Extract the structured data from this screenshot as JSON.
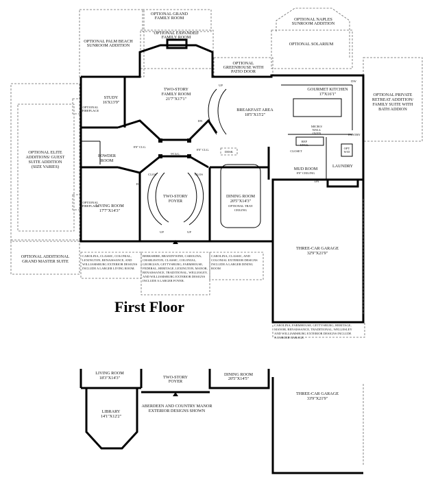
{
  "title": "First Floor",
  "rooms": {
    "opt_grand_family": "OPTIONAL GRAND",
    "opt_grand_family_2": "FAMILY ROOM",
    "opt_expanded_family": "OPTIONAL EXPANDED",
    "opt_expanded_family_2": "FAMILY ROOM",
    "opt_palm_beach": "OPTIONAL PALM BEACH",
    "opt_palm_beach_2": "SUNROOM ADDITION",
    "opt_naples": "OPTIONAL NAPLES",
    "opt_naples_2": "SUNROOM ADDITION",
    "opt_solarium": "OPTIONAL SOLARIUM",
    "opt_greenhouse": "OPTIONAL",
    "opt_greenhouse_2": "GREENHOUSE WITH",
    "opt_greenhouse_3": "PATIO DOOR",
    "family_room": "TWO-STORY",
    "family_room_2": "FAMILY ROOM",
    "family_room_dim": "21'7\"X17'1\"",
    "study": "STUDY",
    "study_dim": "16'X13'9\"",
    "opt_fireplace": "OPTIONAL",
    "opt_fireplace_2": "FIREPLACE",
    "gourmet_kitchen": "GOURMET KITCHEN",
    "gourmet_kitchen_dim": "17'X16'1\"",
    "dw": "DW",
    "opt_private_retreat": "OPTIONAL PRIVATE",
    "opt_private_retreat_2": "RETREAT ADDITION/",
    "opt_private_retreat_3": "FAMILY SUITE WITH",
    "opt_private_retreat_4": "BATH ADDION",
    "breakfast_area": "BREAKFAST AREA",
    "breakfast_area_dim": "18'5\"X15'2\"",
    "micro_wall": "MICRO/",
    "micro_wall_2": "WALL",
    "micro_wall_3": "OVEN",
    "pantry": "PANTRY",
    "opt_elite": "OPTIONAL ELITE",
    "opt_elite_2": "ADDITIONS/ GUEST",
    "opt_elite_3": "SUITE ADDITION",
    "opt_elite_4": "(SIZE VARIES)",
    "powder_room": "POWDER",
    "powder_room_2": "ROOM",
    "clg_9": "8'0\" CLG.",
    "clg_9b": "8'0\" CLG.",
    "clg_9c": "9'CLG.",
    "desk": "DESK",
    "refr_encl": "REF",
    "refr_encl_2": "ENCL",
    "closet": "CLOSET",
    "opt_wd": "OPT",
    "opt_wd_2": "W/D",
    "mud_room": "MUD ROOM",
    "mud_room_clg": "8'0\" CEILING",
    "laundry": "LAUNDRY",
    "clos": "CLOS",
    "clos_2": "CLOS",
    "dn": "DN",
    "up": "UP",
    "dn2": "DN",
    "up2": "UP",
    "up3": "UP",
    "dn3": "DN",
    "foyer": "TWO-STORY",
    "foyer_2": "FOYER",
    "living_room": "LIVING ROOM",
    "living_room_dim": "17'7\"X14'3\"",
    "dining_room": "DINING ROOM",
    "dining_room_dim": "20'5\"X14'3\"",
    "dining_tray": "OPTIONAL TRAY",
    "dining_tray_2": "CEILING",
    "opt_grand_master": "OPTIONAL ADDITIONAL",
    "opt_grand_master_2": "GRAND MASTER SUITE",
    "garage": "THREE-CAR GARAGE",
    "garage_dim": "32'9\"X21'9\""
  },
  "notes": {
    "living_note": [
      "CAROLINA, CLASSIC, COLONIAL,",
      "LEXINGTON, RENAISSANCE, AND",
      "WILLIAMSBURG EXTERIOR DESIGNS",
      "INCLUDE A LARGER LIVING ROOM."
    ],
    "foyer_note": [
      "BERKSHIRE, BRANDYWINE, CAROLINA,",
      "CHARLESTON, CLASSIC, COLONIAL,",
      "GEORGIAN, GETTYSBURG, FARMHOUSE,",
      "FEDERAL, HERITAGE, LEXINGTON, MANOR,",
      "RENAISSANCE, TRADITIONAL, WELLESLEY,",
      "AND WILLIAMSBURG EXTERIOR DESIGNS",
      "INCLUDE A LARGER FOYER."
    ],
    "dining_note": [
      "CAROLINA, CLASSIC, AND",
      "COLONIAL EXTERIOR DESIGNS",
      "INCLUDE A LARGER DINING",
      "ROOM"
    ],
    "garage_note": [
      "CAROLINA, FARMHOUSE, GETTYSBURG, HERITAGE,",
      "MANOR, RENAISSANCE, TRADITIONAL, WELLESLEY",
      "AND WILLIAMSBURG EXTERIOR DESIGNS INCLUDE",
      "A LARGER GARAGE."
    ]
  },
  "alt": {
    "living_room": "LIVING ROOM",
    "living_room_dim": "18'3\"X14'3\"",
    "library": "LIBRARY",
    "library_dim": "14'1\"X12'2\"",
    "foyer": "TWO-STORY",
    "foyer_2": "FOYER",
    "dining_room": "DINING ROOM",
    "dining_room_dim": "20'5\"X14'5\"",
    "garage": "THREE-CAR GARAGE",
    "garage_dim": "33'9\"X21'9\"",
    "caption": "ABERDEEN AND COUNTRY MANOR",
    "caption_2": "EXTERIOR DESIGNS SHOWN"
  }
}
